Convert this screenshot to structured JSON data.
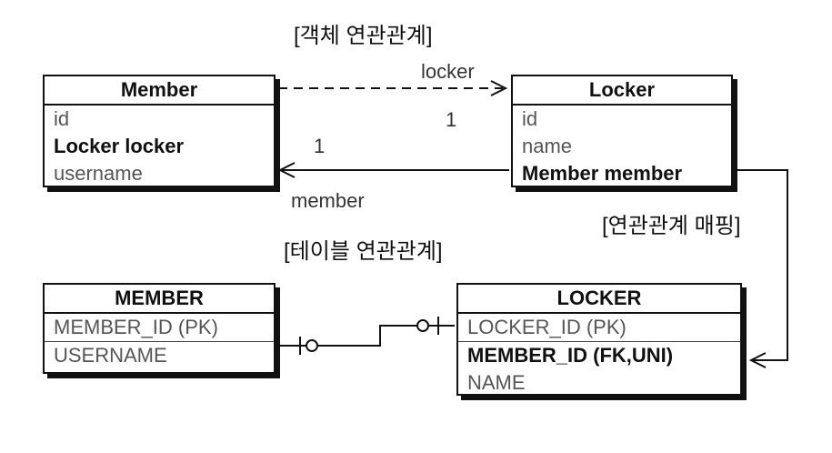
{
  "object_title": "[객체 연관관계]",
  "table_title": "[테이블 연관관계]",
  "mapping_label": "[연관관계 매핑]",
  "labels": {
    "locker_ref": "locker",
    "member_ref": "member",
    "mult_locker": "1",
    "mult_member": "1"
  },
  "member_class": {
    "name": "Member",
    "fields": [
      "id",
      "Locker locker",
      "username"
    ]
  },
  "locker_class": {
    "name": "Locker",
    "fields": [
      "id",
      "name",
      "Member member"
    ]
  },
  "member_table": {
    "name": "MEMBER",
    "columns": [
      "MEMBER_ID (PK)",
      "USERNAME"
    ]
  },
  "locker_table": {
    "name": "LOCKER",
    "columns": [
      "LOCKER_ID (PK)",
      "MEMBER_ID (FK,UNI)",
      "NAME"
    ]
  }
}
